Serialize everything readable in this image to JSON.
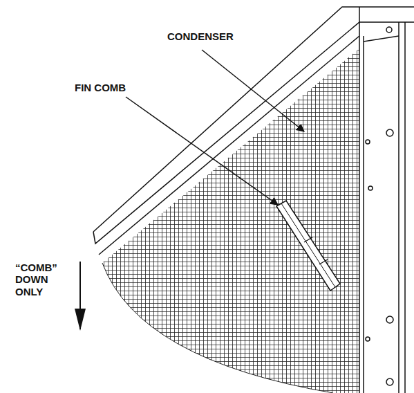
{
  "diagram": {
    "labels": [
      "CONDENSER",
      "FIN COMB",
      "“COMB” DOWN ONLY"
    ]
  }
}
